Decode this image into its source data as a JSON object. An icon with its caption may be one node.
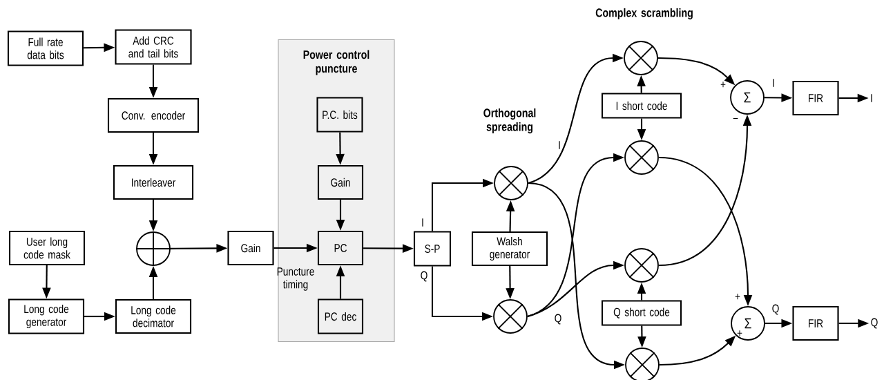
{
  "diagram": {
    "nodes": [
      {
        "text": [
          "Full rate data bits"
        ]
      },
      {
        "text": [
          "Add CRC and tail bits"
        ]
      },
      {
        "text": [
          "Conv. encoder"
        ]
      },
      {
        "text": [
          "Interleaver"
        ]
      },
      {
        "text": [],
        "shape": "circle"
      },
      {
        "text": [
          "User long code mask"
        ]
      },
      {
        "text": [
          "Long code generator"
        ]
      },
      {
        "text": [
          "Long code decimator"
        ]
      },
      {
        "text": [
          "Gain"
        ]
      },
      {
        "text": [
          "Power control puncture"
        ]
      },
      {
        "text": [
          "P.C. bits"
        ],
        "in": 9
      },
      {
        "text": [
          "Gain"
        ],
        "in": 9
      },
      {
        "text": [
          "PC"
        ],
        "in": 9
      },
      {
        "text": [
          "PC dec"
        ],
        "in": 9
      },
      {
        "text": [
          "S-P"
        ]
      },
      {
        "text": [],
        "shape": "circle"
      },
      {
        "text": [
          "Walsh generator"
        ]
      },
      {
        "text": [],
        "shape": "circle"
      },
      {
        "text": [],
        "shape": "circle"
      },
      {
        "text": [
          "I short code"
        ]
      },
      {
        "text": [],
        "shape": "circle"
      },
      {
        "text": [],
        "shape": "circle"
      },
      {
        "text": [
          "Q short code"
        ]
      },
      {
        "text": [],
        "shape": "circle"
      },
      {
        "text": [
          "Σ"
        ]
      },
      {
        "text": [
          "FIR"
        ]
      },
      {
        "text": [
          "Σ"
        ]
      },
      {
        "text": [
          "FIR"
        ]
      },
      {
        "text": [
          "I"
        ]
      },
      {
        "text": [
          "Q"
        ]
      }
    ],
    "edges": [
      {
        "from": 0,
        "to": 1,
        "arrow": "to"
      },
      {
        "from": 1,
        "to": 2,
        "arrow": "to"
      },
      {
        "from": 2,
        "to": 3,
        "arrow": "to"
      },
      {
        "from": 3,
        "to": 4,
        "arrow": "to"
      },
      {
        "from": 5,
        "to": 6,
        "arrow": "to"
      },
      {
        "from": 6,
        "to": 7,
        "arrow": "to"
      },
      {
        "from": 7,
        "to": 4,
        "arrow": "to"
      },
      {
        "from": 4,
        "to": 8,
        "arrow": "to"
      },
      {
        "from": 8,
        "to": 12,
        "arrow": "to"
      },
      {
        "from": 10,
        "to": 11,
        "arrow": "to"
      },
      {
        "from": 11,
        "to": 12,
        "arrow": "to"
      },
      {
        "from": 13,
        "to": 12,
        "arrow": "to",
        "label": "Puncture timing"
      },
      {
        "from": 12,
        "to": 14,
        "arrow": "to"
      },
      {
        "from": 14,
        "to": 15,
        "arrow": "to",
        "label": "I"
      },
      {
        "from": 14,
        "to": 17,
        "arrow": "to",
        "label": "Q"
      },
      {
        "from": 16,
        "to": 15,
        "arrow": "to"
      },
      {
        "from": 16,
        "to": 17,
        "arrow": "to"
      },
      {
        "from": 15,
        "to": 18,
        "arrow": "to",
        "label": "I"
      },
      {
        "from": 15,
        "to": 23,
        "arrow": "to"
      },
      {
        "from": 17,
        "to": 20,
        "arrow": "to"
      },
      {
        "from": 17,
        "to": 21,
        "arrow": "to",
        "label": "Q"
      },
      {
        "from": 19,
        "to": 18,
        "arrow": "to"
      },
      {
        "from": 19,
        "to": 20,
        "arrow": "to"
      },
      {
        "from": 22,
        "to": 21,
        "arrow": "to"
      },
      {
        "from": 22,
        "to": 23,
        "arrow": "to"
      },
      {
        "from": 18,
        "to": 24,
        "arrow": "to",
        "label": "+"
      },
      {
        "from": 21,
        "to": 24,
        "arrow": "to",
        "label": "−"
      },
      {
        "from": 20,
        "to": 26,
        "arrow": "to",
        "label": "+"
      },
      {
        "from": 23,
        "to": 26,
        "arrow": "to",
        "label": "+"
      },
      {
        "from": 24,
        "to": 25,
        "arrow": "to",
        "label": "I"
      },
      {
        "from": 26,
        "to": 27,
        "arrow": "to",
        "label": "Q"
      },
      {
        "from": 25,
        "to": 28,
        "arrow": "to"
      },
      {
        "from": 27,
        "to": 29,
        "arrow": "to"
      }
    ],
    "labels": [
      "Orthogonal spreading",
      "Complex scrambling"
    ]
  }
}
